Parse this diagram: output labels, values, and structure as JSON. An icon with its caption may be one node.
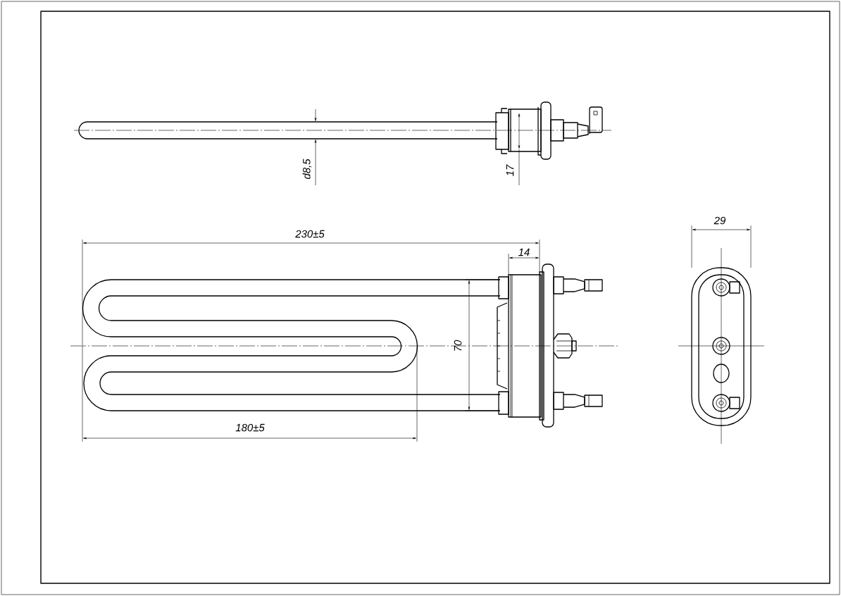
{
  "diagram": {
    "labels": [
      "d8,5",
      "17",
      "29",
      "230±5",
      "14",
      "70",
      "180±5"
    ]
  }
}
